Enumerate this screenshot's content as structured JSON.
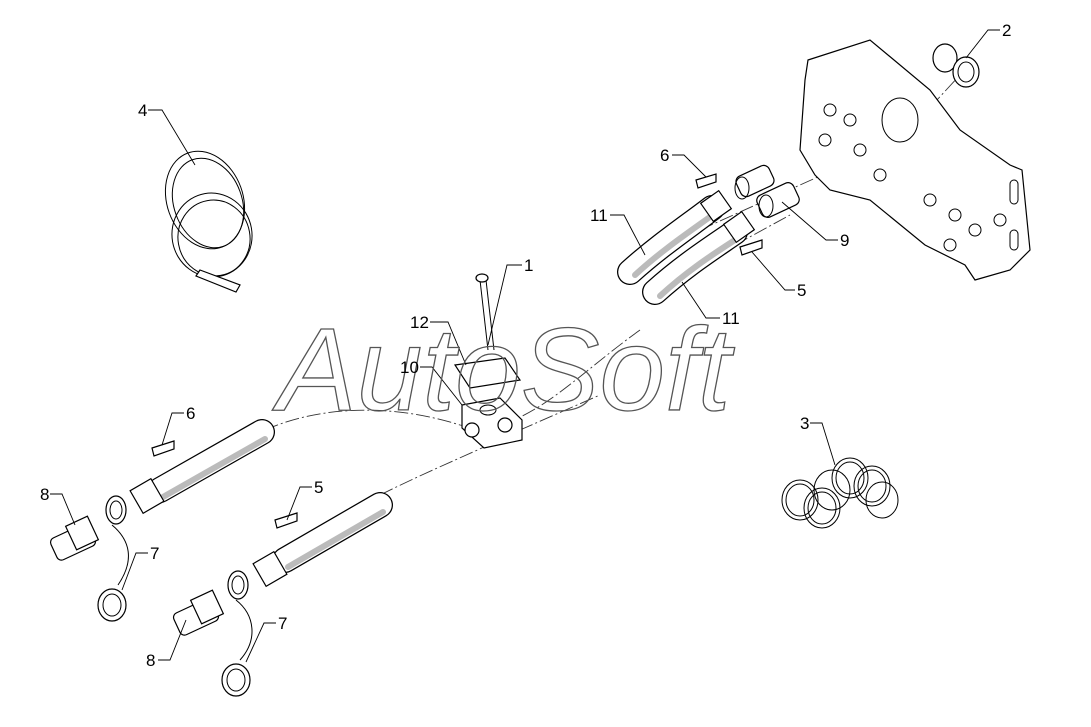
{
  "watermark": {
    "text": "AutoSoft",
    "color": "#555555"
  },
  "callouts": [
    {
      "id": "1",
      "label": "1"
    },
    {
      "id": "2",
      "label": "2"
    },
    {
      "id": "3",
      "label": "3"
    },
    {
      "id": "4",
      "label": "4"
    },
    {
      "id": "5a",
      "label": "5"
    },
    {
      "id": "5b",
      "label": "5"
    },
    {
      "id": "6a",
      "label": "6"
    },
    {
      "id": "6b",
      "label": "6"
    },
    {
      "id": "7a",
      "label": "7"
    },
    {
      "id": "7b",
      "label": "7"
    },
    {
      "id": "8a",
      "label": "8"
    },
    {
      "id": "8b",
      "label": "8"
    },
    {
      "id": "9",
      "label": "9"
    },
    {
      "id": "10",
      "label": "10"
    },
    {
      "id": "11a",
      "label": "11"
    },
    {
      "id": "11b",
      "label": "11"
    },
    {
      "id": "12",
      "label": "12"
    }
  ]
}
